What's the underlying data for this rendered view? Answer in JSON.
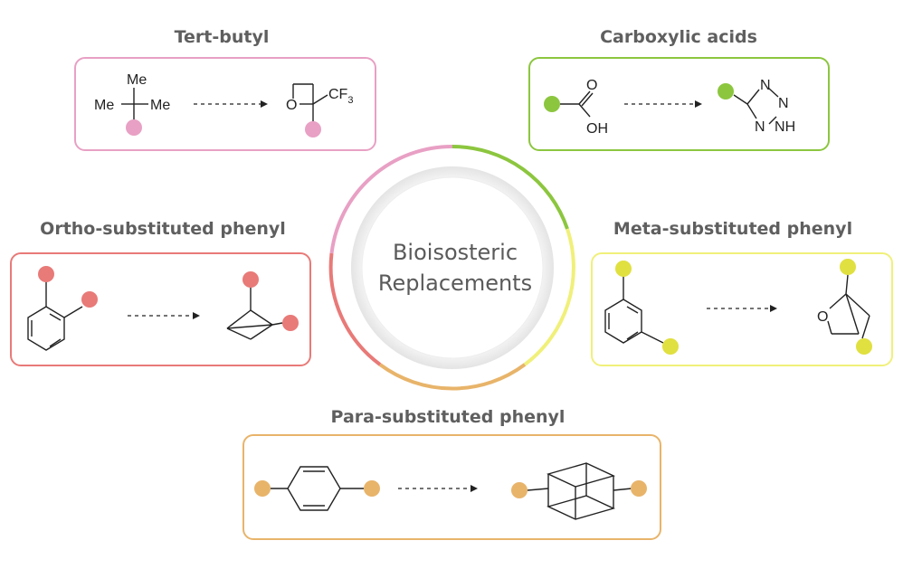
{
  "center": {
    "line1": "Bioisosteric",
    "line2": "Replacements"
  },
  "colors": {
    "tert_butyl": "#e8a0c4",
    "carboxylic": "#8cc63f",
    "meta": "#f0f07a",
    "para": "#e8b46a",
    "ortho": "#e87a78"
  },
  "panels": {
    "tert_butyl": {
      "title": "Tert-butyl",
      "me1": "Me",
      "me2": "Me",
      "me3": "Me",
      "o": "O",
      "cf": "CF",
      "cf_sub": "3"
    },
    "carboxylic": {
      "title": "Carboxylic acids",
      "o": "O",
      "oh": "OH",
      "n1": "N",
      "n2": "N",
      "n3": "N",
      "nh": "N",
      "h": "H"
    },
    "ortho": {
      "title": "Ortho-substituted phenyl"
    },
    "meta": {
      "title": "Meta-substituted phenyl",
      "o": "O"
    },
    "para": {
      "title": "Para-substituted phenyl"
    }
  }
}
